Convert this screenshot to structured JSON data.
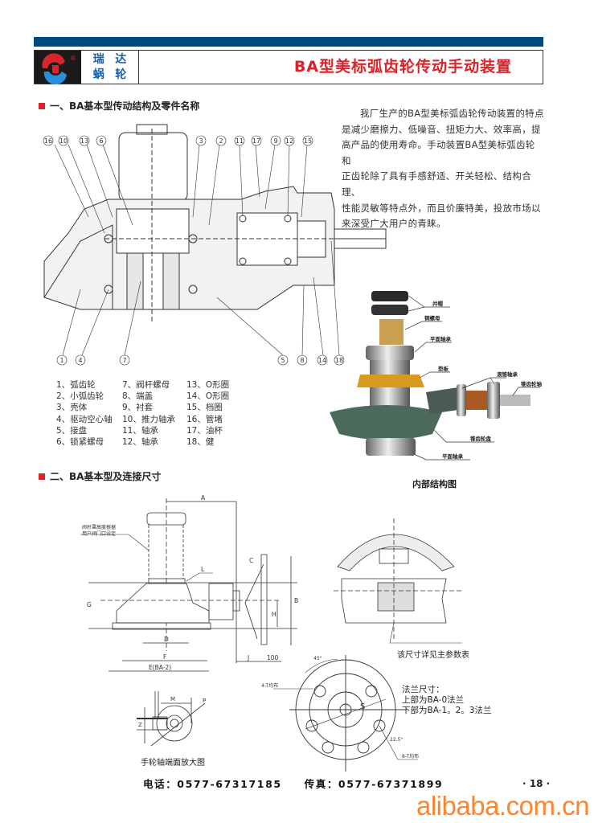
{
  "header": {
    "brand_chars": [
      "瑞",
      "达",
      "蜗",
      "轮"
    ],
    "title": "BA型美标弧齿轮传动手动装置",
    "logo_mark": "®"
  },
  "section1": {
    "heading": "一、BA基本型传动结构及零件名称",
    "callouts_top": [
      "16",
      "10",
      "13",
      "6",
      "3",
      "2",
      "11",
      "17",
      "9",
      "12",
      "15"
    ],
    "callouts_bottom": [
      "1",
      "4",
      "7",
      "5",
      "8",
      "14",
      "18"
    ]
  },
  "description": [
    "我厂生产的BA型美标弧齿轮传动装置的特点",
    "是减少磨擦力、低噪音、扭矩力大、效率高，提",
    "高产品的使用寿命。手动装置BA型美标弧齿轮和",
    "正齿轮除了具有手感舒适、开关轻松、结构合理、",
    "性能灵敏等特点外，而且价廉特美，投放市场以",
    "来深受广大用户的青睐。"
  ],
  "parts": [
    "1、弧齿轮",
    "7、阀杆螺母",
    "13、O形圈",
    "2、小弧齿轮",
    "8、端盖",
    "14、O形圈",
    "3、壳体",
    "9、衬套",
    "15、档圈",
    "4、驱动空心轴",
    "10、推力轴承",
    "16、管堵",
    "5、接盘",
    "11、轴承",
    "17、油杯",
    "6、锁紧螺母",
    "12、轴承",
    "18、健"
  ],
  "photo": {
    "caption": "内部结构图",
    "labels": [
      "并帽",
      "铜螺母",
      "平面轴承",
      "垫板",
      "滚锥轴承",
      "锥齿轮轴",
      "锥齿轮盘",
      "平面轴承"
    ]
  },
  "section2": {
    "heading": "二、BA基本型及连接尺寸",
    "note": [
      "阀杆罩高度根据",
      "用户阀门口设定"
    ],
    "dims": [
      "A",
      "B",
      "C",
      "D",
      "E(BA-2)",
      "F",
      "G",
      "H",
      "J",
      "L",
      "S",
      "100",
      "M",
      "P",
      "Z",
      "45°",
      "22.5°",
      "4-T均布",
      "8-T均布"
    ],
    "ref_note": "该尺寸详见主参数表",
    "flange": [
      "法兰尺寸：",
      "上部为BA-0法兰",
      "下部为BA-1。2。3法兰"
    ],
    "detail_caption": "手轮轴端面放大图"
  },
  "footer": {
    "phone": "电话：0577-67317185",
    "fax": "传真：0577-67371899",
    "page": "· 18 ·",
    "watermark": "alibaba.com.cn"
  },
  "colors": {
    "blue": "#004a82",
    "red": "#d8242a",
    "orange": "#ff7a1a"
  }
}
